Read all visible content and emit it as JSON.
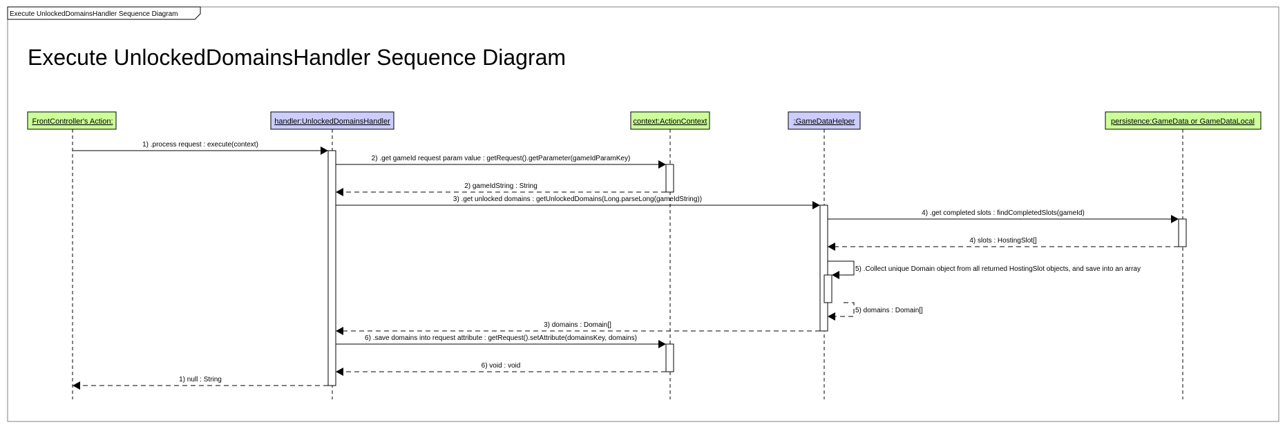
{
  "frame": {
    "tab_label": "Execute UnlockedDomainsHandler Sequence Diagram"
  },
  "diagram": {
    "title": "Execute UnlockedDomainsHandler Sequence Diagram"
  },
  "colors": {
    "actor_fill": "#ccff99",
    "object_fill": "#ccccff",
    "line": "#000000",
    "frame_border": "#808080"
  },
  "lifelines": [
    {
      "id": "front",
      "label": "FrontController's Action:",
      "fill": "actor_fill"
    },
    {
      "id": "handler",
      "label": "handler:UnlockedDomainsHandler",
      "fill": "object_fill"
    },
    {
      "id": "context",
      "label": "context:ActionContext",
      "fill": "actor_fill"
    },
    {
      "id": "helper",
      "label": ":GameDataHelper",
      "fill": "object_fill"
    },
    {
      "id": "persistence",
      "label": "persistence:GameData or GameDataLocal",
      "fill": "actor_fill"
    }
  ],
  "messages": [
    {
      "from": "front",
      "to": "handler",
      "kind": "call",
      "label": "1) .process request : execute(context)"
    },
    {
      "from": "handler",
      "to": "context",
      "kind": "call",
      "label": "2) .get gameId request param value : getRequest().getParameter(gameIdParamKey)"
    },
    {
      "from": "context",
      "to": "handler",
      "kind": "return",
      "label": "2) gameIdString : String"
    },
    {
      "from": "handler",
      "to": "helper",
      "kind": "call",
      "label": "3) .get unlocked domains : getUnlockedDomains(Long.parseLong(gameIdString))"
    },
    {
      "from": "helper",
      "to": "persistence",
      "kind": "call",
      "label": "4) .get completed slots : findCompletedSlots(gameId)"
    },
    {
      "from": "persistence",
      "to": "helper",
      "kind": "return",
      "label": "4) slots : HostingSlot[]"
    },
    {
      "from": "helper",
      "to": "helper",
      "kind": "self-call",
      "label": "5) .Collect unique Domain object from all returned HostingSlot objects, and save into an array"
    },
    {
      "from": "helper",
      "to": "helper",
      "kind": "self-return",
      "label": "5) domains : Domain[]"
    },
    {
      "from": "helper",
      "to": "handler",
      "kind": "return",
      "label": "3) domains : Domain[]"
    },
    {
      "from": "handler",
      "to": "context",
      "kind": "call",
      "label": "6) .save domains into request attribute : getRequest().setAttribute(domainsKey, domains)"
    },
    {
      "from": "context",
      "to": "handler",
      "kind": "return",
      "label": "6) void : void"
    },
    {
      "from": "handler",
      "to": "front",
      "kind": "return",
      "label": "1) null : String"
    }
  ]
}
